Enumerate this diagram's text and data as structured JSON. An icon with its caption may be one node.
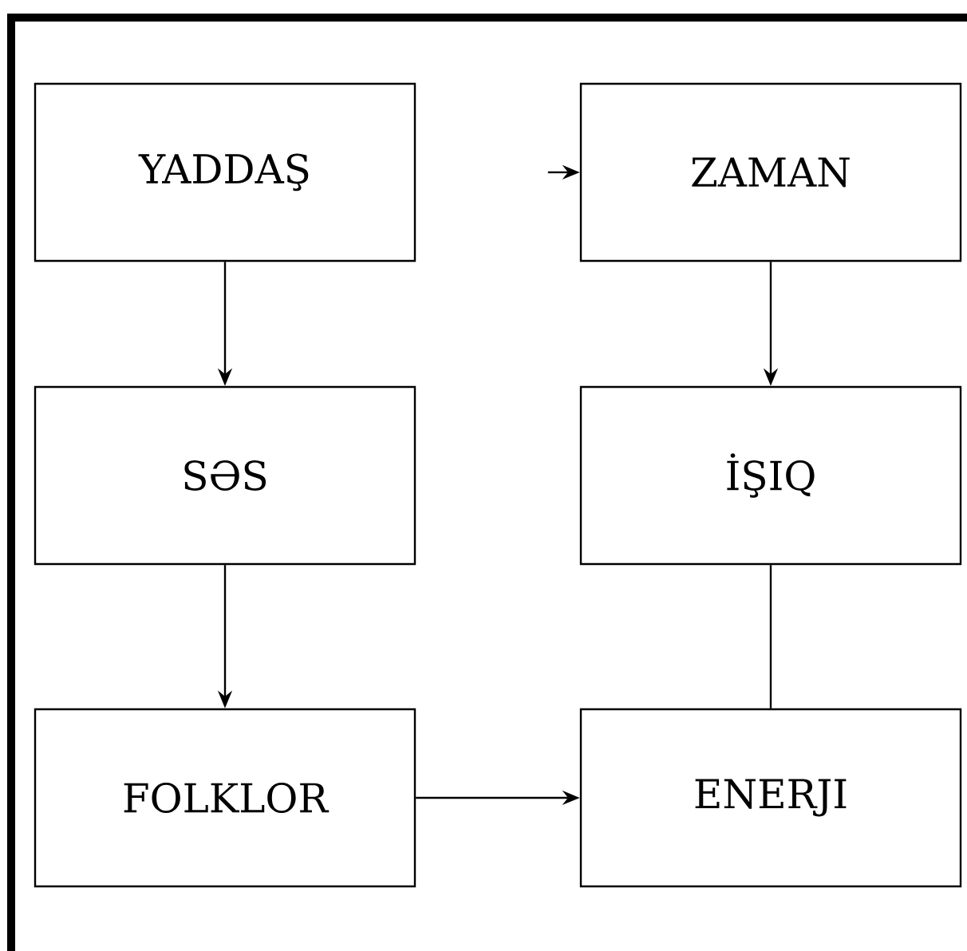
{
  "diagram": {
    "nodes": [
      {
        "text": [
          "YADDAŞ"
        ]
      },
      {
        "text": [
          "ZAMAN"
        ]
      },
      {
        "text": [
          "SƏS"
        ]
      },
      {
        "text": [
          "İŞIQ"
        ]
      },
      {
        "text": [
          "FOLKLOR"
        ]
      },
      {
        "text": [
          "ENERJI"
        ]
      }
    ],
    "edges": [
      {
        "from": 0,
        "to": 2,
        "arrow": "to"
      },
      {
        "from": 2,
        "to": 4,
        "arrow": "to"
      },
      {
        "from": 4,
        "to": 5,
        "arrow": "to"
      },
      {
        "from": 1,
        "to": 3,
        "arrow": "to"
      },
      {
        "from": 3,
        "to": 5,
        "arrow": "none"
      },
      {
        "from": null,
        "to": 1,
        "arrow": "to"
      }
    ]
  }
}
